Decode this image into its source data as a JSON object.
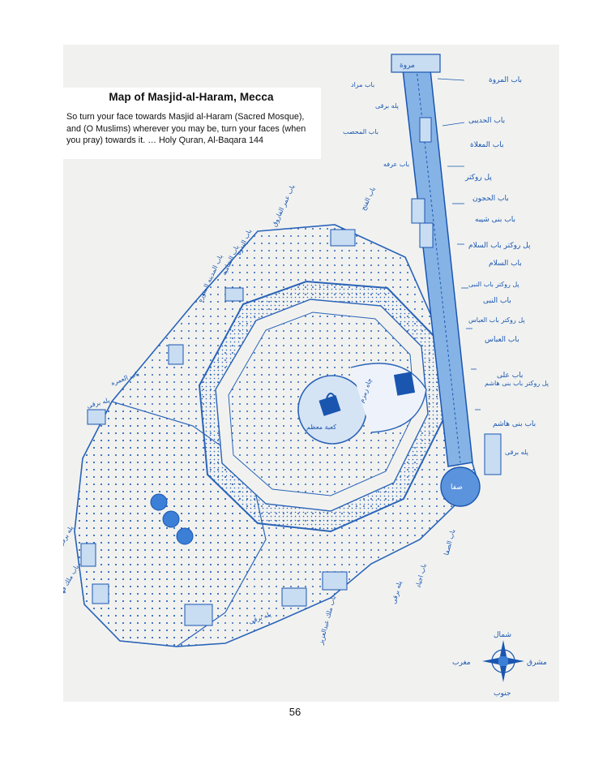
{
  "caption": {
    "title": "Map of Masjid-al-Haram, Mecca",
    "quote": "So turn your face towards Masjid al-Haram (Sacred Mosque), and (O Muslims) wherever you may be, turn your faces (when you pray) towards it. …  Holy Quran, Al-Baqara 144"
  },
  "page_number": "56",
  "map": {
    "marwa": "مروة",
    "safa": "صفا",
    "kaaba": "كعبة معظم",
    "zamzam": "چاه زمزم",
    "compass": {
      "north": "شمال",
      "south": "جنوب",
      "east": "مشرق",
      "west": "مغرب"
    },
    "gates_right": [
      "باب المروة",
      "باب مراد",
      "پله برقی",
      "باب الحدیبی",
      "باب المحصب",
      "باب المعلاة",
      "باب عرفه",
      "پل روكتر",
      "باب الحجون",
      "باب بنی شیبه",
      "پل روكتر باب السلام",
      "باب السلام",
      "پل روكتر باب النبی",
      "باب النبی",
      "پل روكتر باب العباس",
      "باب العباس",
      "باب علی",
      "پل روكتر باب بنی هاشم",
      "باب بنی هاشم",
      "پله برقی"
    ],
    "gates_left": [
      "باب الفتح",
      "باب عمر الفاروق",
      "باب الندوه",
      "باب الشامیه",
      "باب المدینه المنوره",
      "باب العمره",
      "پله برقی",
      "باب ملك فهد",
      "پله برقی"
    ],
    "gates_bottom": [
      "باب الصفا",
      "باب اجیاد",
      "پله برقی",
      "باب ملك عبدالعزیز",
      "پله برقی"
    ]
  }
}
